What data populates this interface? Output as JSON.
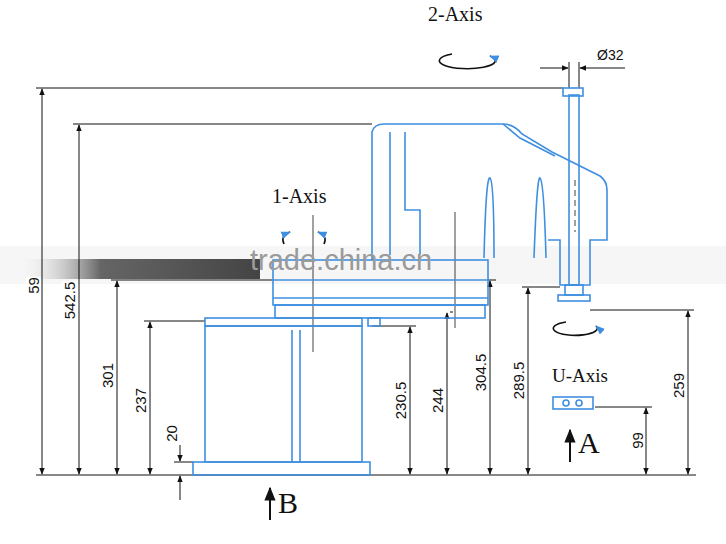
{
  "diagram": {
    "labels": [
      "2-Axis",
      "Ø32",
      "1-Axis",
      "trade.china.cn",
      "59",
      "542.5",
      "301",
      "237",
      "20",
      "230.5",
      "244",
      "304.5",
      "289.5",
      "U-Axis",
      "259",
      "A",
      "99",
      "B"
    ]
  }
}
